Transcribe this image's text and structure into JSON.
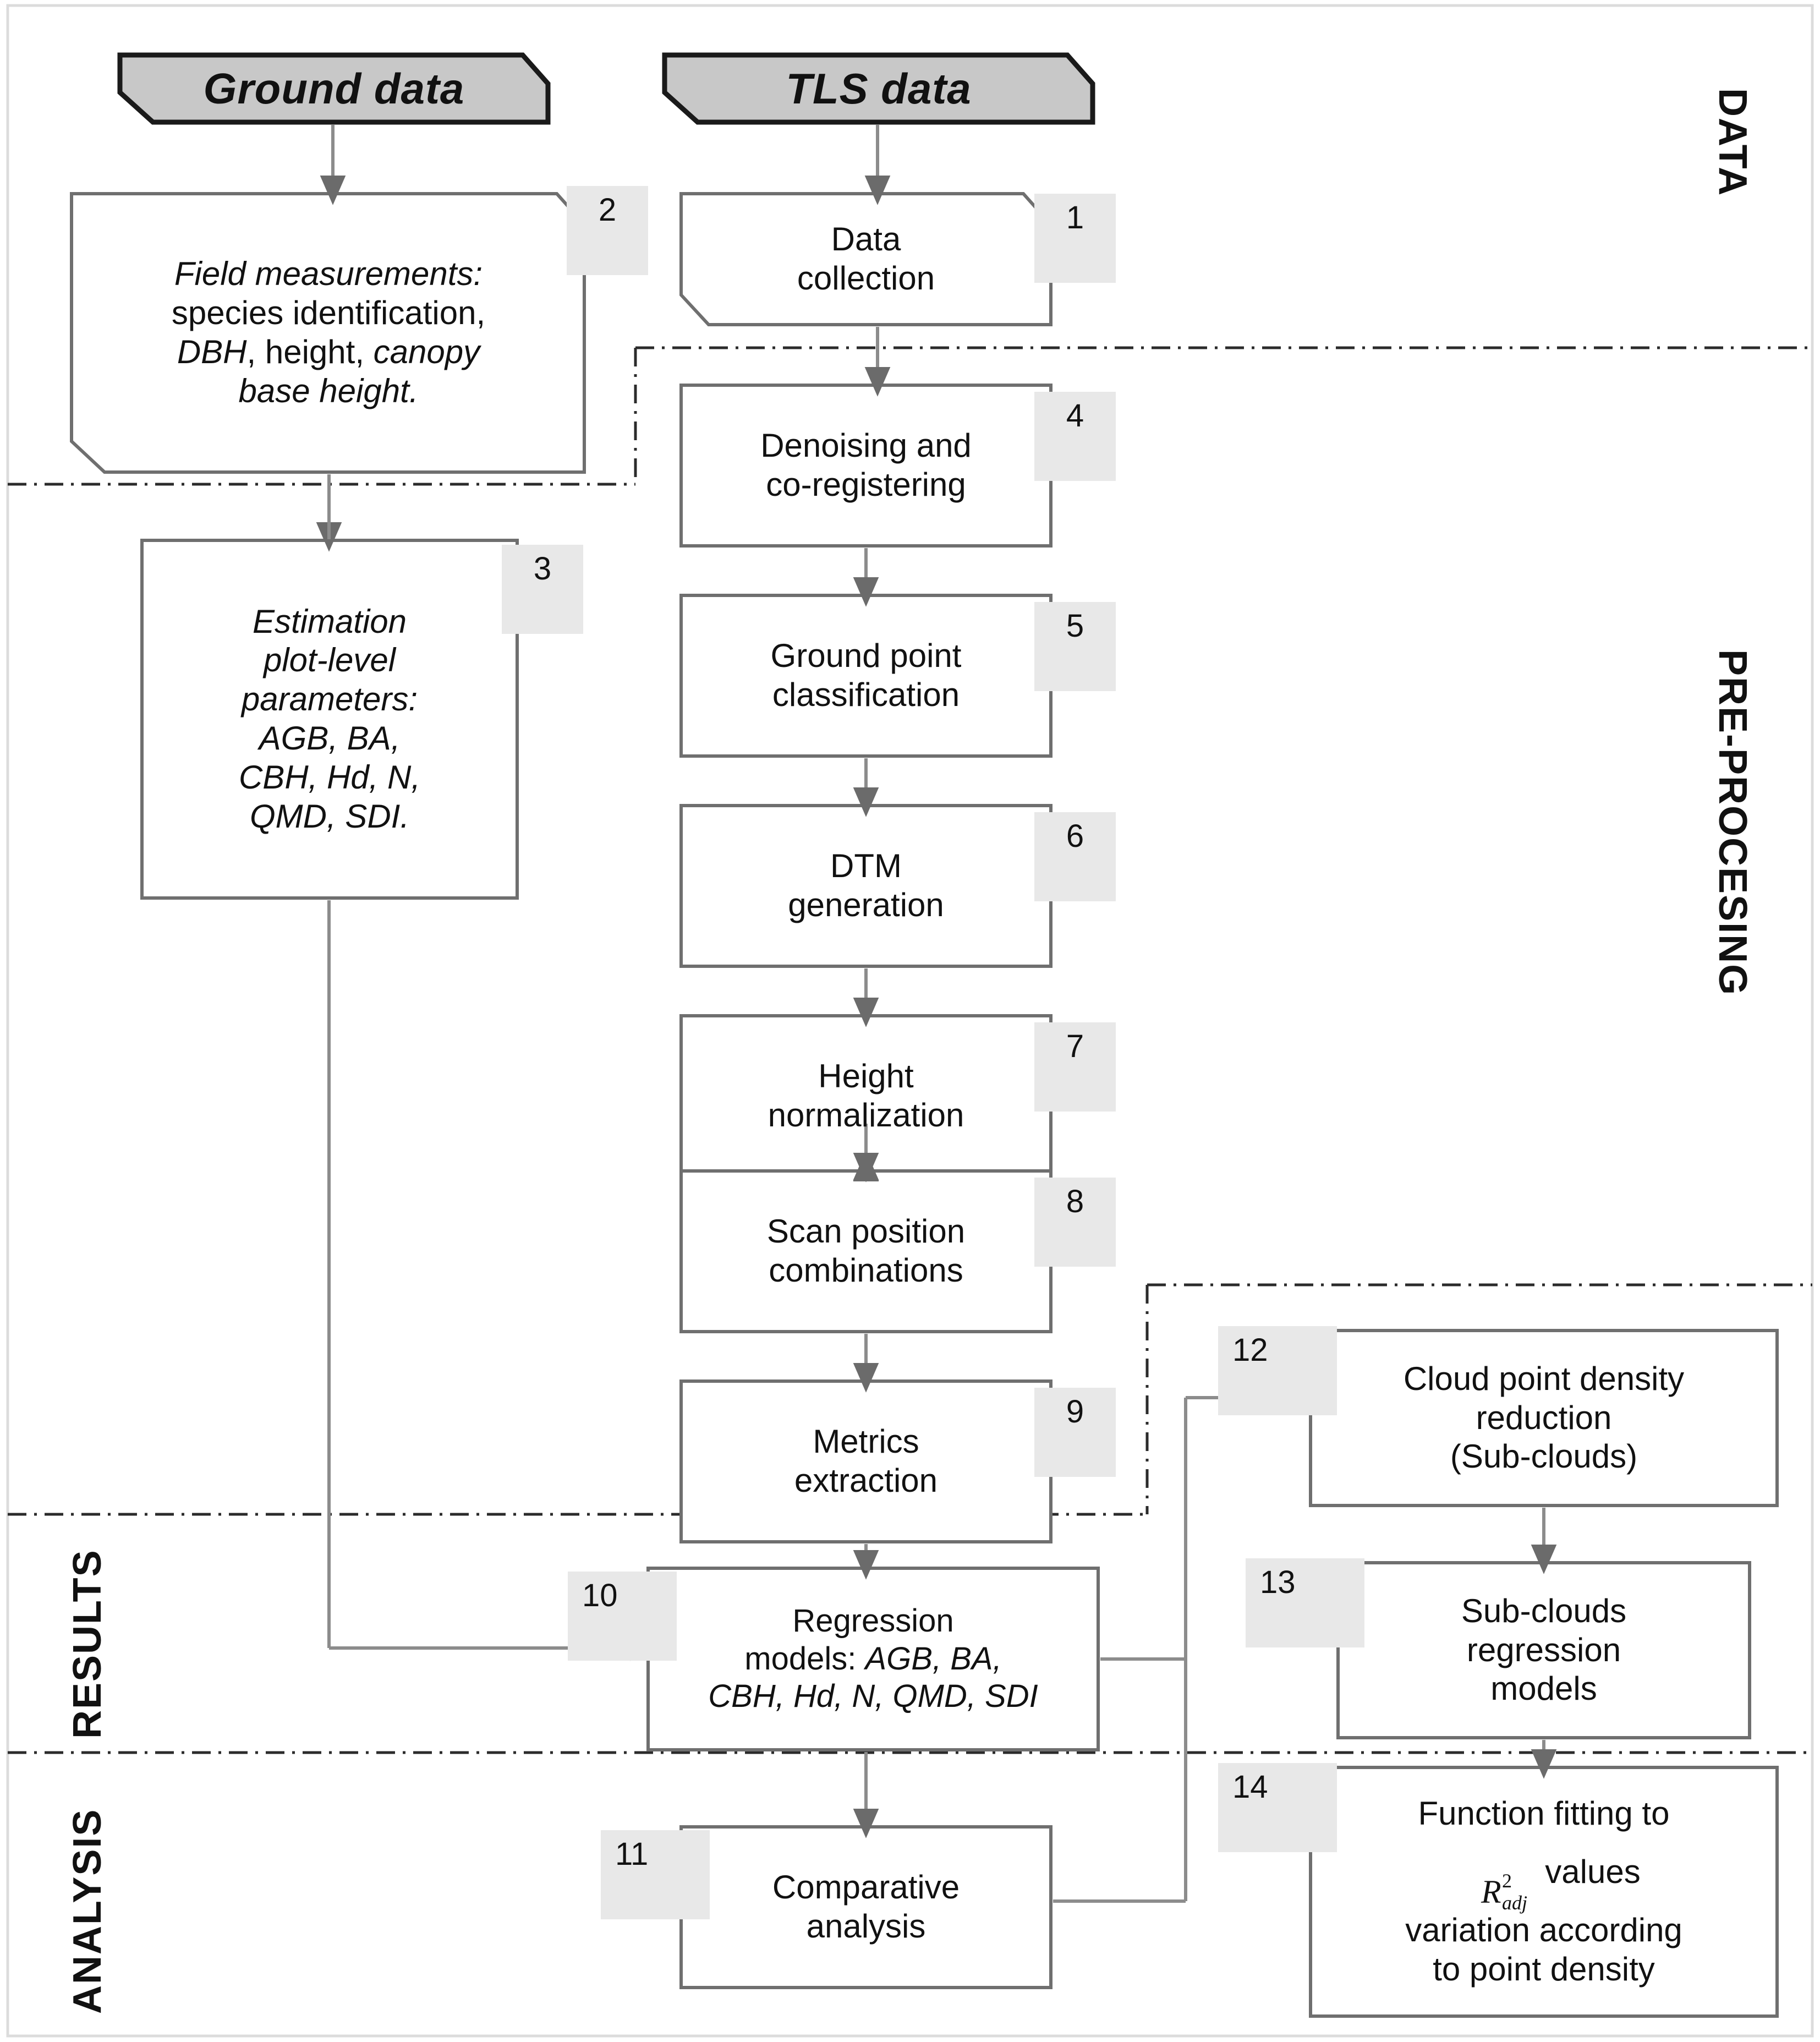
{
  "diagram": {
    "title_note": "TLS forest inventory processing workflow flowchart",
    "colors": {
      "header_fill": "#c8c8c8",
      "header_stroke": "#1a1a1a",
      "box_fill": "#ffffff",
      "box_stroke": "#6f6f6f",
      "connector": "#7a7a7a",
      "arrowhead": "#6b6b6b",
      "number_tag_fill": "#e8e8e8",
      "band_separator": "#2b2b2b",
      "page_border": "#d9d9d9",
      "text": "#111111"
    },
    "headers": [
      {
        "id": "ground-data",
        "label": "Ground data"
      },
      {
        "id": "tls-data",
        "label": "TLS data"
      }
    ],
    "bands": {
      "right": [
        {
          "id": "data",
          "label": "DATA"
        },
        {
          "id": "pre-procesing",
          "label": "PRE-PROCESING"
        }
      ],
      "left": [
        {
          "id": "results",
          "label": "RESULTS"
        },
        {
          "id": "analysis",
          "label": "ANALYSIS"
        }
      ]
    },
    "nodes": [
      {
        "number": "1",
        "id": "data-collection",
        "shape": "cut-corner",
        "lines": [
          "Data",
          "collection"
        ],
        "style": "normal"
      },
      {
        "number": "2",
        "id": "field-measurements",
        "shape": "cut-corner",
        "lines": [
          "Field measurements:",
          "species identification,",
          "DBH, height, canopy",
          "base height."
        ],
        "style": "mixed-italic"
      },
      {
        "number": "3",
        "id": "estimation-plot-level",
        "shape": "rect",
        "lines": [
          "Estimation",
          "plot-level",
          "parameters:",
          "AGB, BA,",
          "CBH, Hd, N,",
          "QMD, SDI."
        ],
        "style": "italic"
      },
      {
        "number": "4",
        "id": "denoising-coregistering",
        "shape": "rect",
        "lines": [
          "Denoising and",
          "co-registering"
        ],
        "style": "normal"
      },
      {
        "number": "5",
        "id": "ground-point-classification",
        "shape": "rect",
        "lines": [
          "Ground point",
          "classification"
        ],
        "style": "normal"
      },
      {
        "number": "6",
        "id": "dtm-generation",
        "shape": "rect",
        "lines": [
          "DTM",
          "generation"
        ],
        "style": "normal"
      },
      {
        "number": "7",
        "id": "height-normalization",
        "shape": "rect",
        "lines": [
          "Height",
          "normalization"
        ],
        "style": "normal"
      },
      {
        "number": "8",
        "id": "scan-position-combinations",
        "shape": "rect",
        "lines": [
          "Scan position",
          "combinations"
        ],
        "style": "normal"
      },
      {
        "number": "9",
        "id": "metrics-extraction",
        "shape": "rect",
        "lines": [
          "Metrics",
          "extraction"
        ],
        "style": "normal"
      },
      {
        "number": "10",
        "id": "regression-models",
        "shape": "rect",
        "lines": [
          "Regression",
          "models: AGB, BA,",
          "CBH, Hd, N, QMD, SDI"
        ],
        "style": "mixed-italic"
      },
      {
        "number": "11",
        "id": "comparative-analysis",
        "shape": "rect",
        "lines": [
          "Comparative",
          "analysis"
        ],
        "style": "normal"
      },
      {
        "number": "12",
        "id": "cloud-point-density-reduction",
        "shape": "rect",
        "lines": [
          "Cloud point density",
          "reduction",
          "(Sub-clouds)"
        ],
        "style": "normal"
      },
      {
        "number": "13",
        "id": "sub-clouds-regression-models",
        "shape": "rect",
        "lines": [
          "Sub-clouds",
          "regression",
          "models"
        ],
        "style": "normal"
      },
      {
        "number": "14",
        "id": "function-fitting",
        "shape": "rect",
        "lines": [
          "Function fitting to",
          "R2adj values",
          "variation according",
          "to point density"
        ],
        "style": "normal",
        "math": "R^2_{adj}"
      }
    ],
    "node_text": {
      "n1_l1": "Data",
      "n1_l2": "collection",
      "n2_l1": "Field measurements:",
      "n2_l2": "species identification,",
      "n2_l3a": "DBH",
      "n2_l3b": ", height, ",
      "n2_l3c": "canopy",
      "n2_l4": "base height.",
      "n3_text": "Estimation\nplot-level\nparameters:\nAGB, BA,\nCBH, Hd, N,\nQMD, SDI.",
      "n4_text": "Denoising and\nco-registering",
      "n5_text": "Ground point\nclassification",
      "n6_text": "DTM\ngeneration",
      "n7_text": "Height\nnormalization",
      "n8_text": "Scan position\ncombinations",
      "n9_text": "Metrics\nextraction",
      "n10_l1": "Regression",
      "n10_l2a": "models: ",
      "n10_l2b": "AGB, BA,",
      "n10_l3": "CBH, Hd, N, QMD, SDI",
      "n11_text": "Comparative\nanalysis",
      "n12_text": "Cloud point density\nreduction\n(Sub-clouds)",
      "n13_text": "Sub-clouds\nregression\nmodels",
      "n14_l1": "Function fitting to",
      "n14_R": "R",
      "n14_sup": "2",
      "n14_sub": "adj",
      "n14_l2tail": "values",
      "n14_l3": "variation according",
      "n14_l4": "to point density"
    },
    "numbers": {
      "n1": "1",
      "n2": "2",
      "n3": "3",
      "n4": "4",
      "n5": "5",
      "n6": "6",
      "n7": "7",
      "n8": "8",
      "n9": "9",
      "n10": "10",
      "n11": "11",
      "n12": "12",
      "n13": "13",
      "n14": "14"
    },
    "edges": [
      {
        "from": "ground-data",
        "to": "field-measurements"
      },
      {
        "from": "tls-data",
        "to": "data-collection"
      },
      {
        "from": "field-measurements",
        "to": "estimation-plot-level"
      },
      {
        "from": "data-collection",
        "to": "denoising-coregistering"
      },
      {
        "from": "denoising-coregistering",
        "to": "ground-point-classification"
      },
      {
        "from": "ground-point-classification",
        "to": "dtm-generation"
      },
      {
        "from": "dtm-generation",
        "to": "height-normalization"
      },
      {
        "from": "height-normalization",
        "to": "scan-position-combinations"
      },
      {
        "from": "scan-position-combinations",
        "to": "metrics-extraction"
      },
      {
        "from": "metrics-extraction",
        "to": "regression-models"
      },
      {
        "from": "estimation-plot-level",
        "to": "regression-models"
      },
      {
        "from": "regression-models",
        "to": "comparative-analysis"
      },
      {
        "from": "regression-models",
        "to": "cloud-point-density-reduction"
      },
      {
        "from": "cloud-point-density-reduction",
        "to": "sub-clouds-regression-models"
      },
      {
        "from": "sub-clouds-regression-models",
        "to": "function-fitting"
      },
      {
        "from": "comparative-analysis",
        "to": "function-fitting"
      }
    ]
  }
}
